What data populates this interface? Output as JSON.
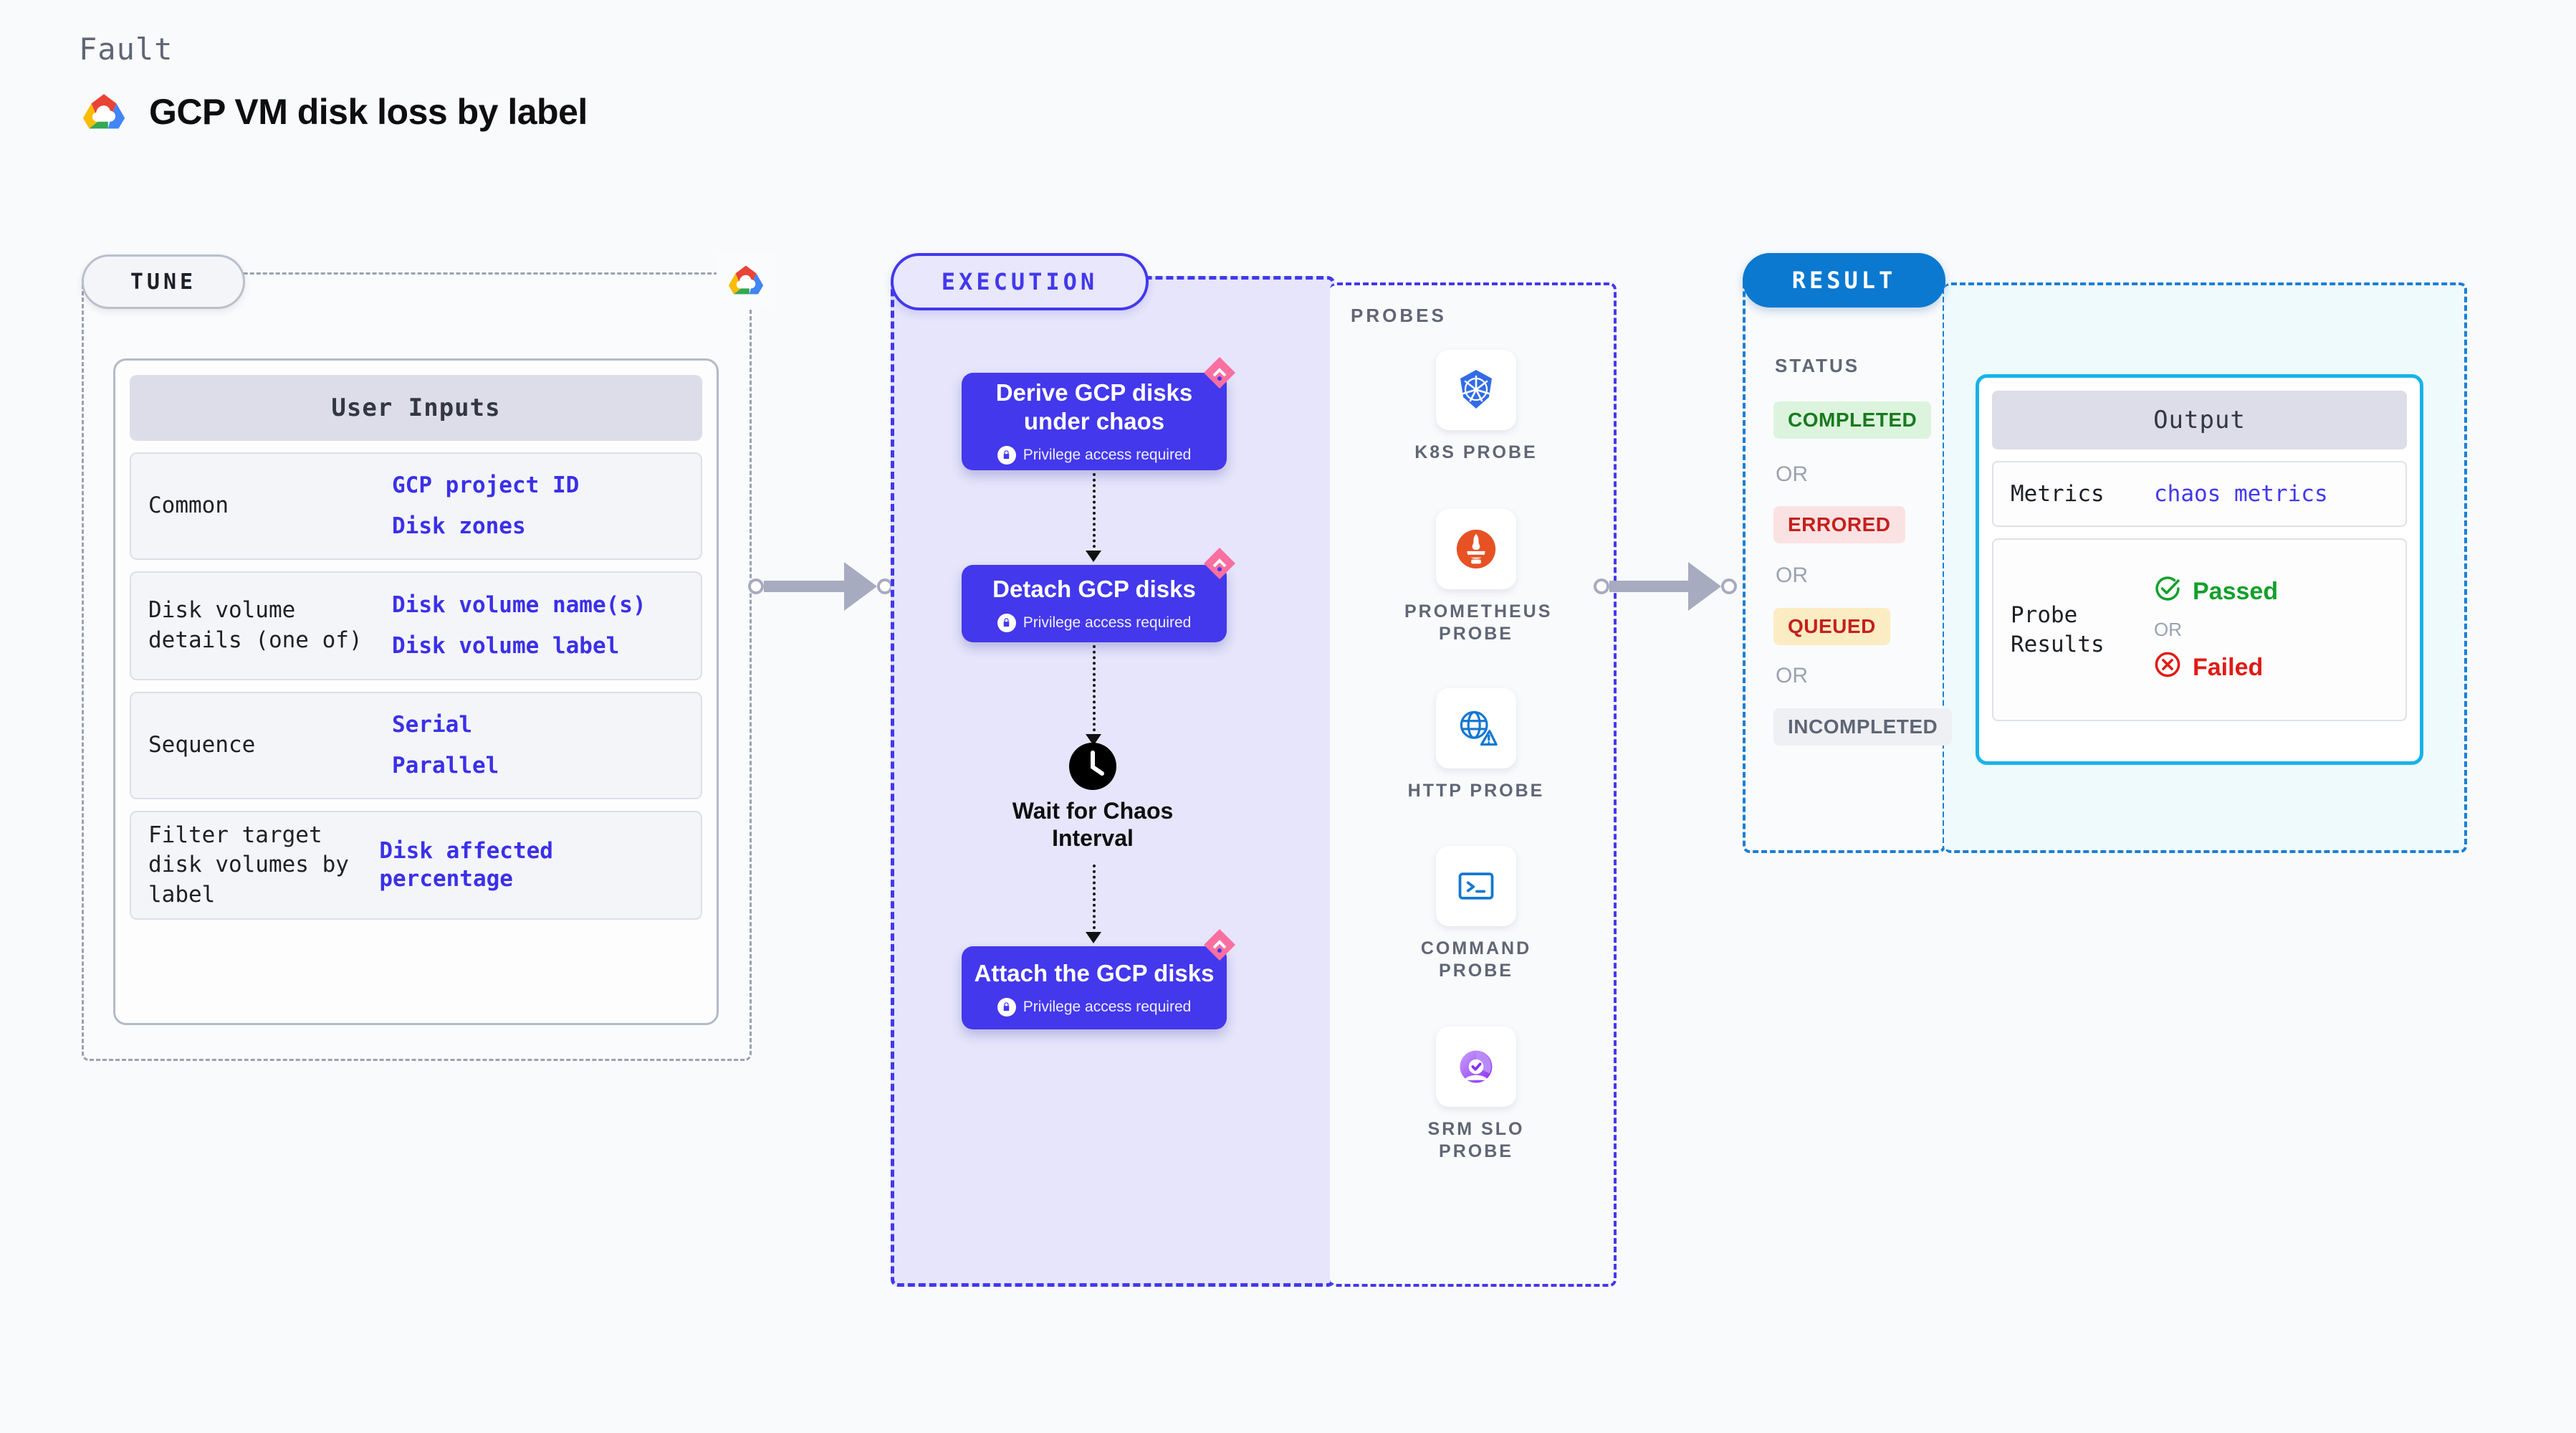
{
  "header": {
    "kicker": "Fault",
    "title": "GCP VM disk loss by label",
    "logo_icon": "gcp-cloud-logo"
  },
  "tune": {
    "pill_label": "TUNE",
    "badge_icon": "gcp-cloud-logo",
    "card_title": "User Inputs",
    "rows": [
      {
        "key": "Common",
        "values": [
          "GCP project ID",
          "Disk zones"
        ]
      },
      {
        "key": "Disk volume details (one of)",
        "values": [
          "Disk volume name(s)",
          "Disk volume label"
        ]
      },
      {
        "key": "Sequence",
        "values": [
          "Serial",
          "Parallel"
        ]
      },
      {
        "key": "Filter target disk volumes by label",
        "values": [
          "Disk affected percentage"
        ]
      }
    ]
  },
  "execution": {
    "pill_label": "EXECUTION",
    "privilege_note": "Privilege access required",
    "steps": [
      {
        "title": "Derive GCP disks under chaos",
        "privileged": true,
        "tag_icon": "chaos-bomb-tag-icon"
      },
      {
        "title": "Detach GCP disks",
        "privileged": true,
        "tag_icon": "chaos-bomb-tag-icon"
      },
      {
        "title": "Attach the GCP disks",
        "privileged": true,
        "tag_icon": "chaos-bomb-tag-icon"
      }
    ],
    "wait": {
      "label": "Wait for Chaos Interval",
      "icon": "clock-icon"
    }
  },
  "probes": {
    "section_label": "PROBES",
    "items": [
      {
        "label": "K8S PROBE",
        "icon": "kubernetes-icon"
      },
      {
        "label": "PROMETHEUS PROBE",
        "icon": "prometheus-icon"
      },
      {
        "label": "HTTP PROBE",
        "icon": "globe-warning-icon"
      },
      {
        "label": "COMMAND PROBE",
        "icon": "terminal-icon"
      },
      {
        "label": "SRM SLO PROBE",
        "icon": "srm-slo-icon"
      }
    ]
  },
  "result": {
    "pill_label": "RESULT",
    "status_label": "STATUS",
    "or_label": "OR",
    "statuses": [
      {
        "label": "COMPLETED",
        "bg": "#dcf4dd",
        "fg": "#1a7a1f"
      },
      {
        "label": "ERRORED",
        "bg": "#fbe2e2",
        "fg": "#c5201e"
      },
      {
        "label": "QUEUED",
        "bg": "#fbecc3",
        "fg": "#c5201e"
      },
      {
        "label": "INCOMPLETED",
        "bg": "#eef0f4",
        "fg": "#5f6675"
      }
    ],
    "output": {
      "title": "Output",
      "metrics_key": "Metrics",
      "metrics_value": "chaos metrics",
      "probe_key": "Probe Results",
      "passed_label": "Passed",
      "failed_label": "Failed",
      "or_label": "OR",
      "passed_icon": "check-circle-icon",
      "failed_icon": "x-circle-icon"
    }
  },
  "colors": {
    "accent_indigo": "#4338ec",
    "accent_blue": "#0b79d0",
    "accent_cyan": "#17b3e8",
    "pink_tag": "#fa6fa0",
    "muted": "#9aa2b1"
  }
}
